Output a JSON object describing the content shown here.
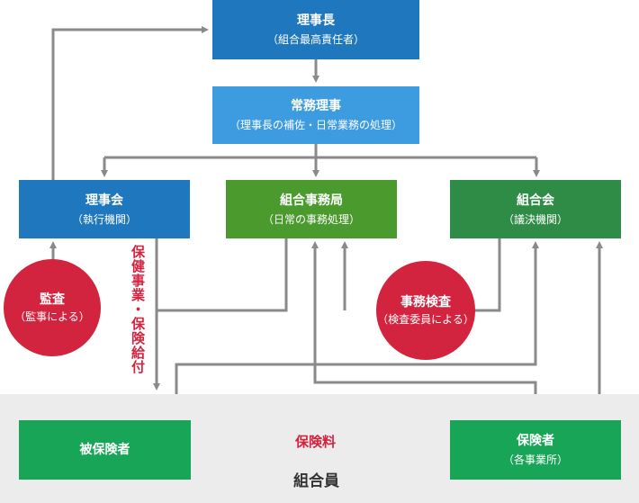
{
  "chairman": {
    "title": "理事長",
    "sub": "（組合最高責任者）"
  },
  "managing": {
    "title": "常務理事",
    "sub": "（理事長の補佐・日常業務の処理）"
  },
  "board": {
    "title": "理事会",
    "sub": "（執行機関）"
  },
  "office": {
    "title": "組合事務局",
    "sub": "（日常の事務処理）"
  },
  "assembly": {
    "title": "組合会",
    "sub": "（議決機関）"
  },
  "audit": {
    "title": "監査",
    "sub": "（監事による）"
  },
  "inspection": {
    "title": "事務検査",
    "sub": "（検査委員による）"
  },
  "benefits_label": "保健事業・保険給付",
  "insured": {
    "title": "被保険者"
  },
  "premium_label": "保険料",
  "employer": {
    "title": "保険者",
    "sub": "（各事業所）"
  },
  "members_label": "組合員",
  "colors": {
    "blue": "#1f77bd",
    "light_blue": "#3d9be0",
    "green": "#4a9a2e",
    "dark_green": "#2f8c46",
    "bright_green": "#19a557",
    "red": "#d2233f",
    "line": "#8a8a8a",
    "band": "#ececec"
  }
}
